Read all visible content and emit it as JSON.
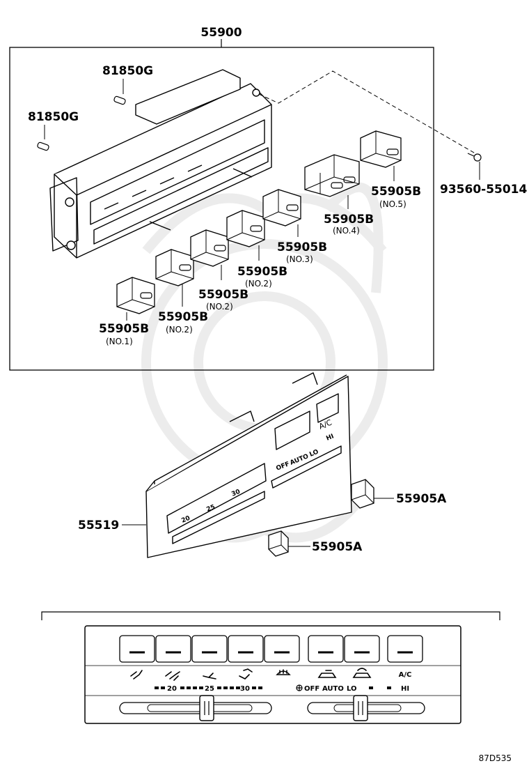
{
  "assembly": {
    "part_number": "55900"
  },
  "bulbs": [
    {
      "part_number": "81850G"
    },
    {
      "part_number": "81850G"
    }
  ],
  "screw": {
    "part_number": "93560-55014"
  },
  "knobs_b": [
    {
      "part_number": "55905B",
      "note": "(NO.1)"
    },
    {
      "part_number": "55905B",
      "note": "(NO.2)"
    },
    {
      "part_number": "55905B",
      "note": "(NO.2)"
    },
    {
      "part_number": "55905B",
      "note": "(NO.2)"
    },
    {
      "part_number": "55905B",
      "note": "(NO.3)"
    },
    {
      "part_number": "55905B",
      "note": "(NO.4)"
    },
    {
      "part_number": "55905B",
      "note": "(NO.5)"
    }
  ],
  "panel": {
    "part_number": "55519"
  },
  "knobs_a": [
    {
      "part_number": "55905A"
    },
    {
      "part_number": "55905A"
    }
  ],
  "faceplate": {
    "temp_scale": [
      "20",
      "25",
      "30"
    ],
    "fan_labels": [
      "OFF",
      "AUTO",
      "LO",
      "HI"
    ],
    "ac_label": "A/C"
  },
  "reference_code": "87D535",
  "colors": {
    "line": "#000000",
    "watermark": "#eaeaea"
  }
}
